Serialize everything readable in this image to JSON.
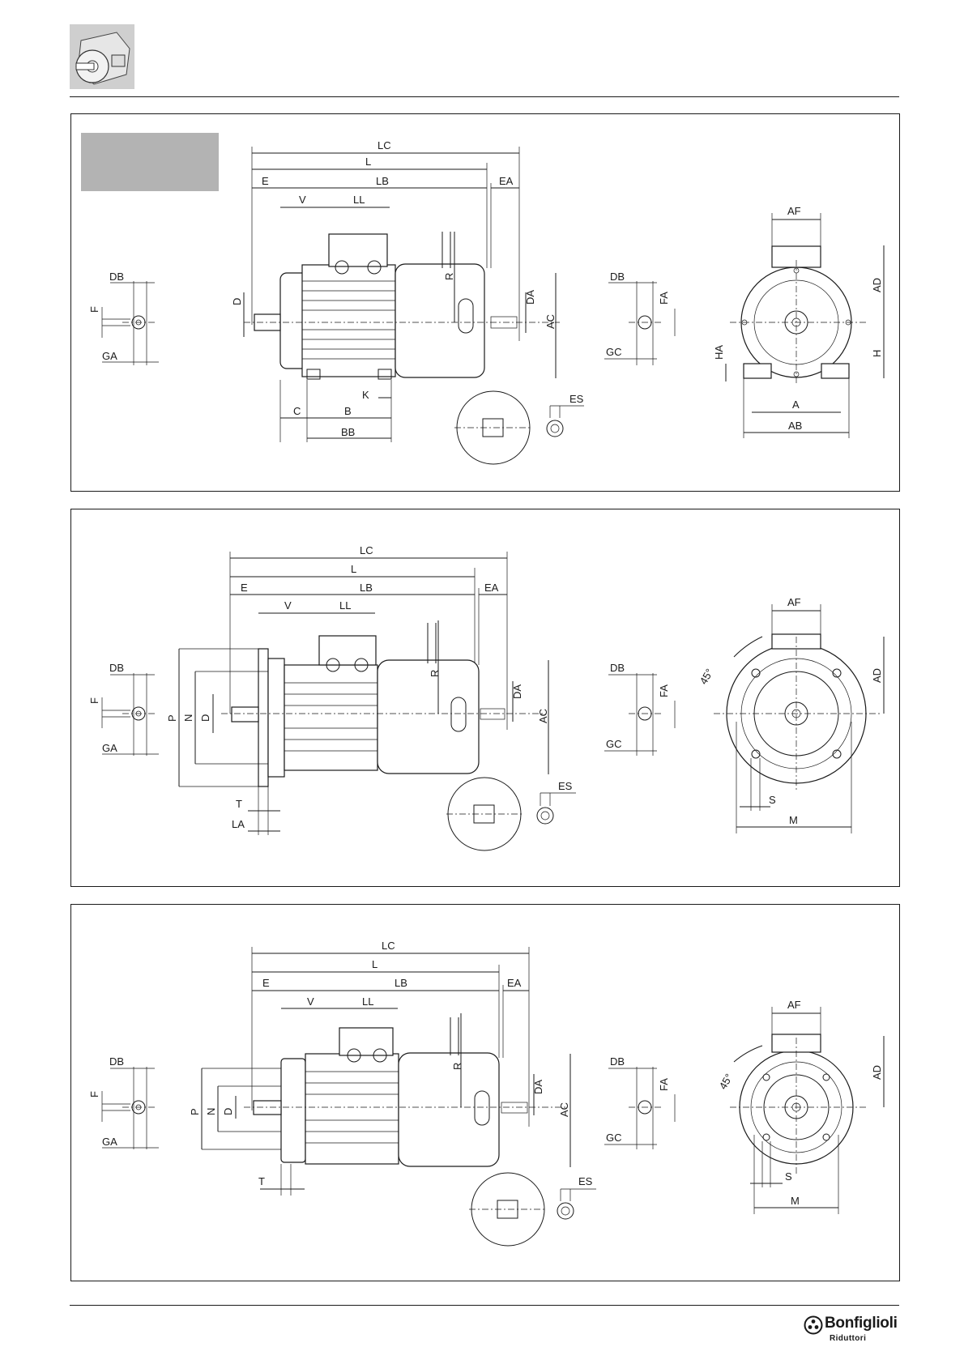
{
  "brand": {
    "name": "Bonfiglioli",
    "subtitle": "Riduttori"
  },
  "panel1": {
    "side_labels": [
      "LC",
      "L",
      "E",
      "LB",
      "EA",
      "V",
      "LL",
      "D",
      "R",
      "DA",
      "AC",
      "K",
      "C",
      "B",
      "BB",
      "ES"
    ],
    "left_labels": [
      "DB",
      "F",
      "GA"
    ],
    "right_small_labels": [
      "DB",
      "FA",
      "GC"
    ],
    "front_labels": [
      "AF",
      "AD",
      "H",
      "HA",
      "A",
      "AB"
    ]
  },
  "panel2": {
    "side_labels": [
      "LC",
      "L",
      "E",
      "LB",
      "EA",
      "V",
      "LL",
      "R",
      "DA",
      "AC",
      "P",
      "N",
      "D",
      "T",
      "LA",
      "ES"
    ],
    "left_labels": [
      "DB",
      "F",
      "GA"
    ],
    "right_small_labels": [
      "DB",
      "FA",
      "GC"
    ],
    "front_labels": [
      "AF",
      "AD",
      "45°",
      "S",
      "M"
    ]
  },
  "panel3": {
    "side_labels": [
      "LC",
      "L",
      "E",
      "LB",
      "EA",
      "V",
      "LL",
      "R",
      "DA",
      "AC",
      "P",
      "N",
      "D",
      "T",
      "ES"
    ],
    "left_labels": [
      "DB",
      "F",
      "GA"
    ],
    "right_small_labels": [
      "DB",
      "FA",
      "GC"
    ],
    "front_labels": [
      "AF",
      "AD",
      "45°",
      "S",
      "M"
    ]
  }
}
